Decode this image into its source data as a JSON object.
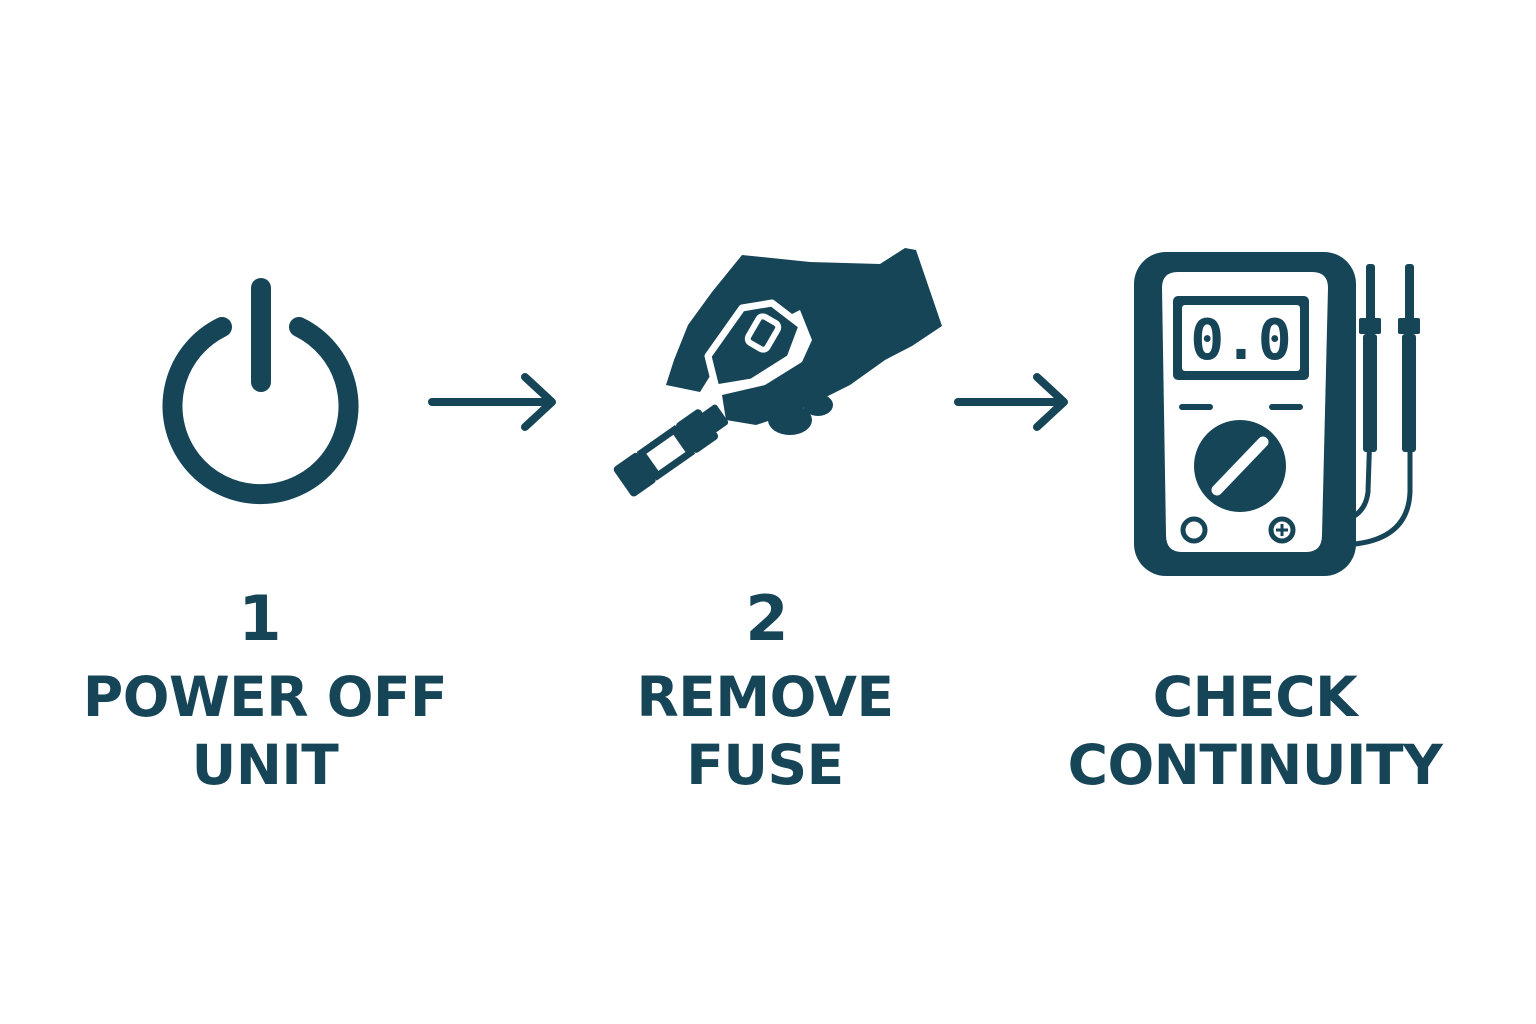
{
  "colors": {
    "primary": "#164558",
    "background": "#ffffff"
  },
  "steps": [
    {
      "icon": "power-icon",
      "number": "1",
      "label_lines": [
        "POWER OFF",
        "UNIT"
      ]
    },
    {
      "icon": "hand-removing-fuse-icon",
      "number": "2",
      "label_lines": [
        "REMOVE",
        "FUSE"
      ]
    },
    {
      "icon": "multimeter-icon",
      "label_lines": [
        "CHECK",
        "CONTINUITY"
      ],
      "display_reading": "0.0"
    }
  ],
  "connectors": [
    {
      "icon": "arrow-right-icon"
    },
    {
      "icon": "arrow-right-icon"
    }
  ]
}
